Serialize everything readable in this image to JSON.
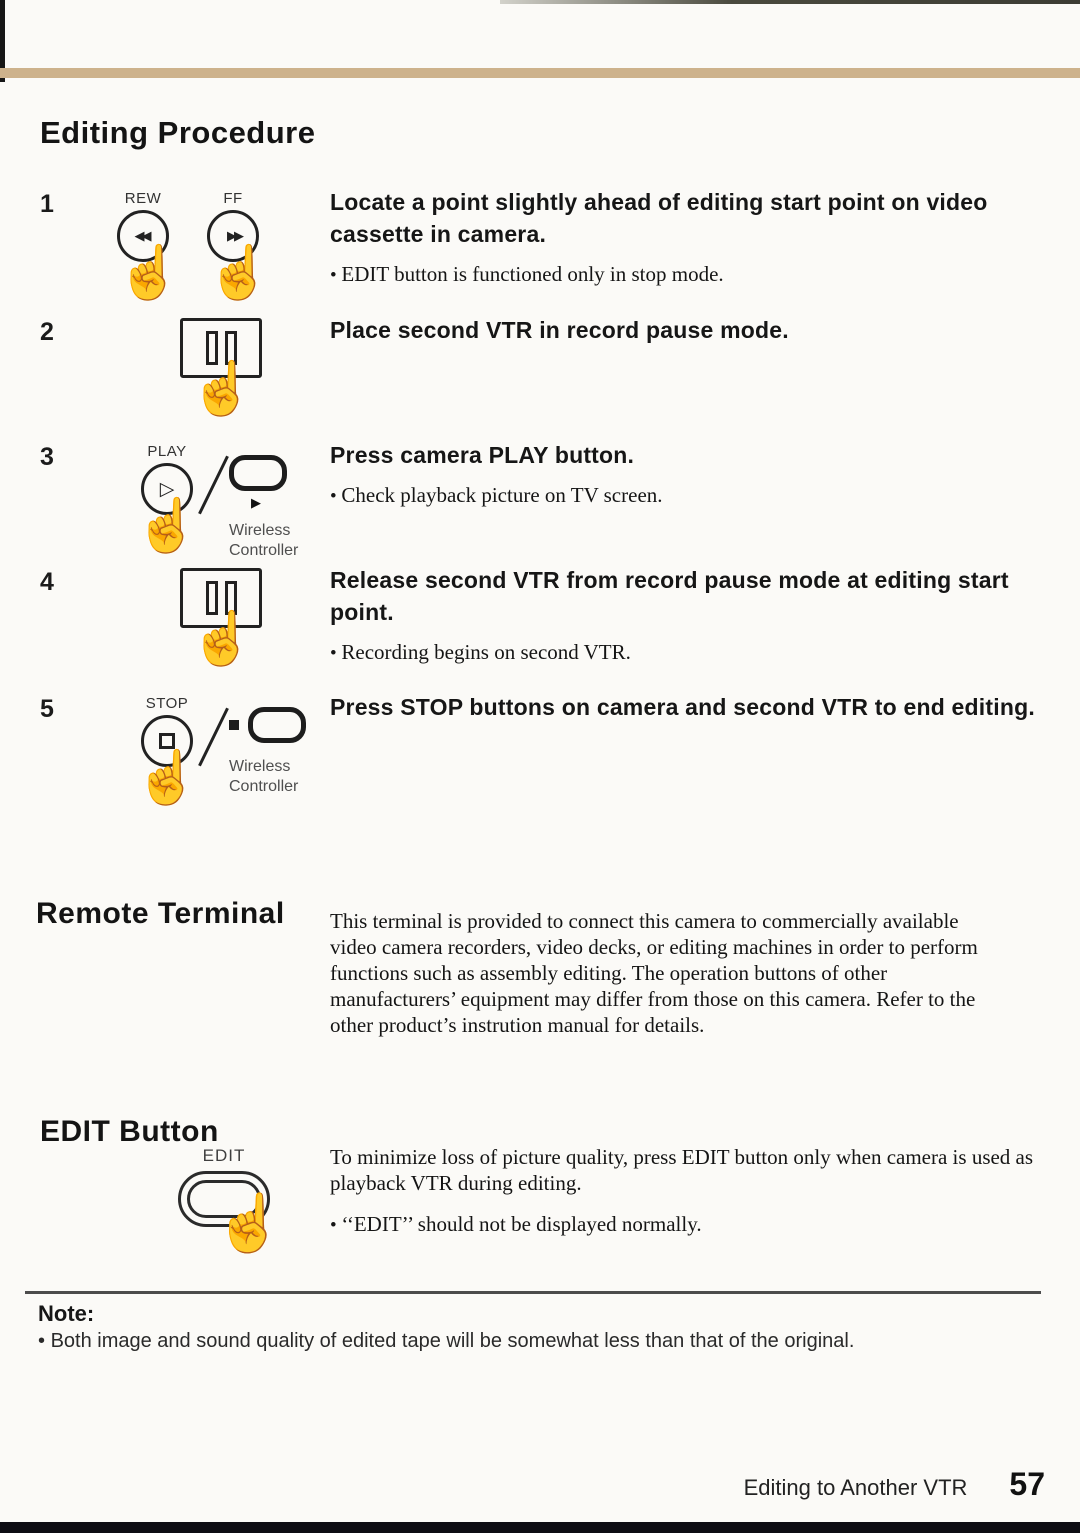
{
  "page_title": "Editing Procedure",
  "icons": {
    "hand_glyph": "☝",
    "rew_glyph": "◀◀",
    "ff_glyph": "▶▶",
    "play_glyph": "▷",
    "remote_play_glyph": "▶"
  },
  "steps": [
    {
      "number": "1",
      "rew_label": "REW",
      "ff_label": "FF",
      "heading": "Locate a point slightly ahead of editing start point on video cassette in camera.",
      "bullet": "EDIT button is functioned only in stop mode."
    },
    {
      "number": "2",
      "heading": "Place second VTR in record pause mode."
    },
    {
      "number": "3",
      "button_label": "PLAY",
      "wireless_label": "Wireless Controller",
      "heading": "Press camera PLAY button.",
      "bullet": "Check playback picture on TV screen."
    },
    {
      "number": "4",
      "heading": "Release second VTR from record pause mode at editing start point.",
      "bullet": "Recording begins on second VTR."
    },
    {
      "number": "5",
      "button_label": "STOP",
      "wireless_label": "Wireless Controller",
      "heading": "Press STOP buttons on camera and second VTR to end editing."
    }
  ],
  "remote_terminal": {
    "title": "Remote Terminal",
    "body": "This terminal is provided to connect this camera to commercially available video camera recorders, video decks, or editing machines in order to perform functions such as assembly editing. The operation buttons of other manufacturers’ equipment may differ from those on this camera. Refer to the other product’s instrution manual for details."
  },
  "edit_button": {
    "title": "EDIT Button",
    "icon_label": "EDIT",
    "body": "To minimize loss of picture quality, press EDIT button only when camera is used as playback VTR during editing.",
    "bullet": "‘‘EDIT’’ should not be displayed normally."
  },
  "note": {
    "label": "Note:",
    "bullet": "Both image and sound quality of edited tape will be somewhat less than that of the original."
  },
  "footer": {
    "section": "Editing to Another VTR",
    "page_number": "57"
  }
}
